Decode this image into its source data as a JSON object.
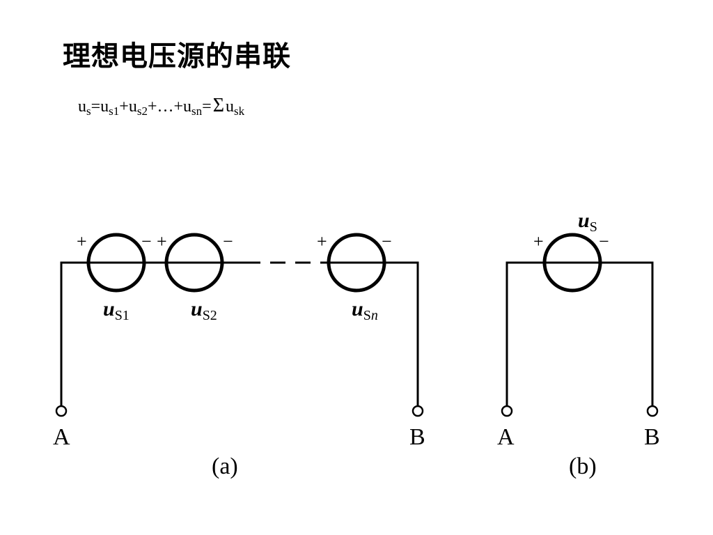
{
  "title": "理想电压源的串联",
  "formula": {
    "parts": [
      {
        "text": "u",
        "sub": "s"
      },
      {
        "text": "=u",
        "sub": "s1"
      },
      {
        "text": "+u",
        "sub": "s2"
      },
      {
        "text": "+…+u",
        "sub": "sn"
      },
      {
        "text": "="
      }
    ],
    "sigma": "Σ",
    "tail": {
      "text": "u",
      "sub": "sk"
    }
  },
  "diagram_a": {
    "caption": "(a)",
    "node_left": "A",
    "node_right": "B",
    "sources": [
      {
        "var": "u",
        "sub": "S1",
        "plus": "+",
        "minus": "−"
      },
      {
        "var": "u",
        "sub": "S2",
        "plus": "+",
        "minus": "−"
      },
      {
        "var": "u",
        "sub": "S",
        "sub_italic": "n",
        "plus": "+",
        "minus": "−"
      }
    ]
  },
  "diagram_b": {
    "caption": "(b)",
    "node_left": "A",
    "node_right": "B",
    "source": {
      "var": "u",
      "sub": "S",
      "plus": "+",
      "minus": "−"
    }
  }
}
